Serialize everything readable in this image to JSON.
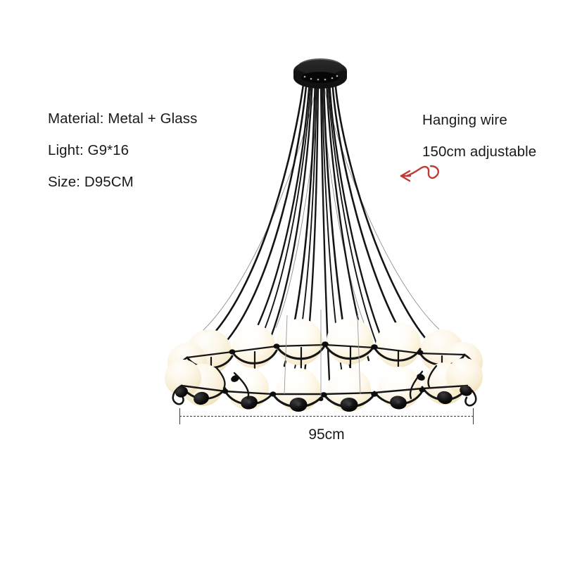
{
  "product": {
    "type": "pendant-chandelier",
    "background_color": "#ffffff"
  },
  "spec_block": {
    "material_line": "Material: Metal + Glass",
    "light_line": "Light: G9*16",
    "size_line": "Size: D95CM"
  },
  "wire_block": {
    "title_line": "Hanging wire",
    "value_line": "150cm adjustable"
  },
  "annotation": {
    "arrow_icon": "curly-arrow-left-icon",
    "arrow_color": "#c0392b"
  },
  "dimension": {
    "label": "95cm",
    "line_color": "#3a3a3a"
  },
  "fixture_colors": {
    "metal": "#1b1b1b",
    "canopy": "#171717",
    "globe_top": "#ffffff",
    "globe_bottom": "#f3e6c4",
    "globe_mid": "#fdf8ec",
    "support_wire": "#9a9a9a"
  }
}
